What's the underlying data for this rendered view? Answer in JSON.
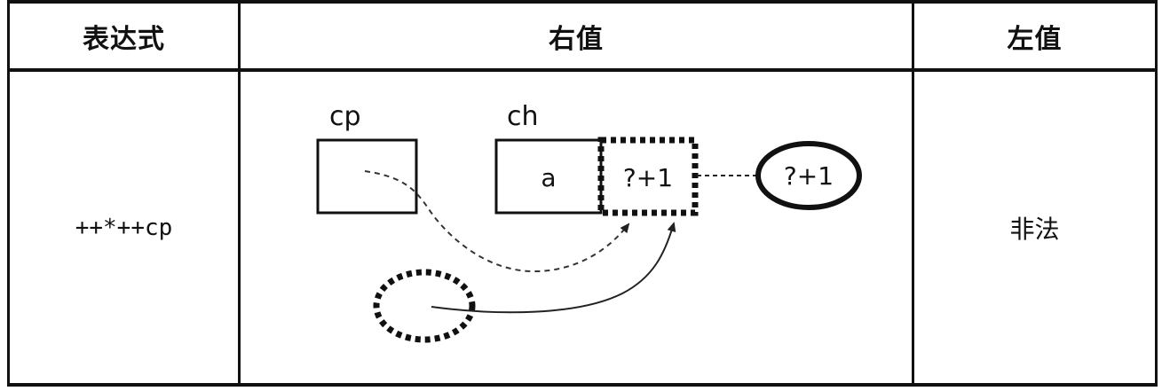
{
  "table": {
    "headers": {
      "expression": "表达式",
      "rvalue": "右值",
      "lvalue": "左值"
    },
    "row": {
      "expression": "++*++cp",
      "lvalue": "非法"
    }
  },
  "diagram": {
    "cp_label": "cp",
    "ch_label": "ch",
    "ch_value": "a",
    "next_value": "?+1",
    "result_value": "?+1"
  }
}
